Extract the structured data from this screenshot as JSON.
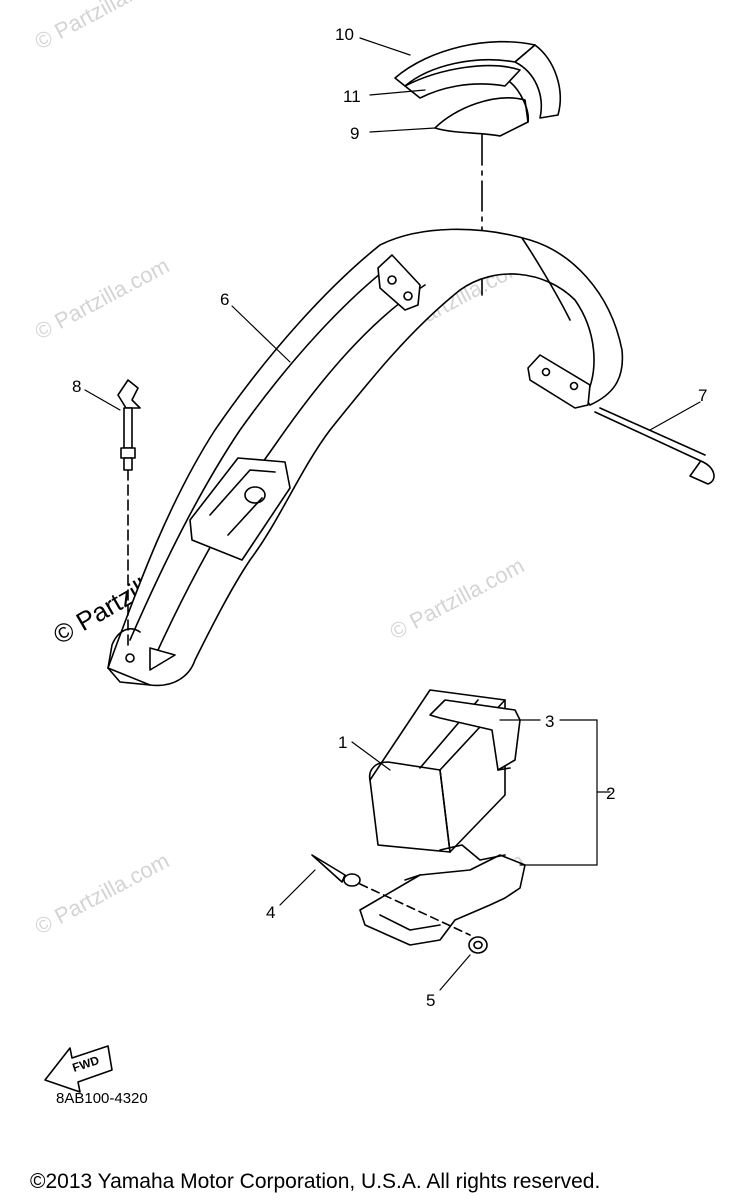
{
  "callouts": {
    "c1": "1",
    "c2": "2",
    "c3": "3",
    "c4": "4",
    "c5": "5",
    "c6": "6",
    "c7": "7",
    "c8": "8",
    "c9": "9",
    "c10": "10",
    "c11": "11"
  },
  "watermark": "© Partzilla.com",
  "direction_label": "FWD",
  "drawing_code": "8AB100-4320",
  "copyright": "©2013  Yamaha Motor Corporation, U.S.A. All rights reserved."
}
